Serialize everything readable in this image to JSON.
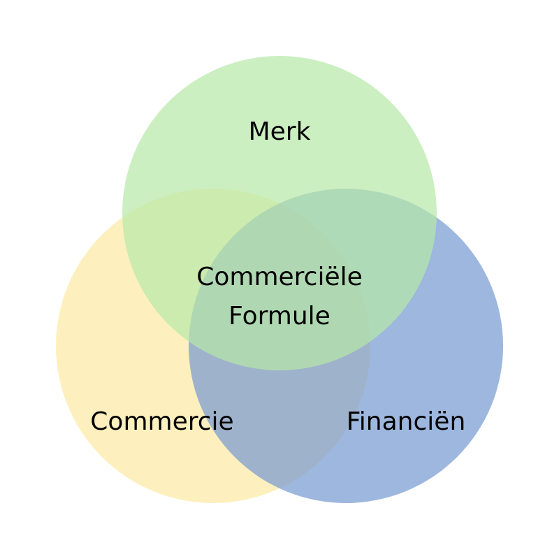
{
  "diagram": {
    "type": "venn-3",
    "sets": [
      {
        "id": "merk",
        "label": "Merk",
        "color": "#b6e8a6"
      },
      {
        "id": "commercie",
        "label": "Commercie",
        "color": "#fde9a3"
      },
      {
        "id": "financien",
        "label": "Financiën",
        "color": "#7598d0"
      }
    ],
    "center": {
      "lines": [
        "Commerciële",
        "Formule"
      ]
    }
  }
}
